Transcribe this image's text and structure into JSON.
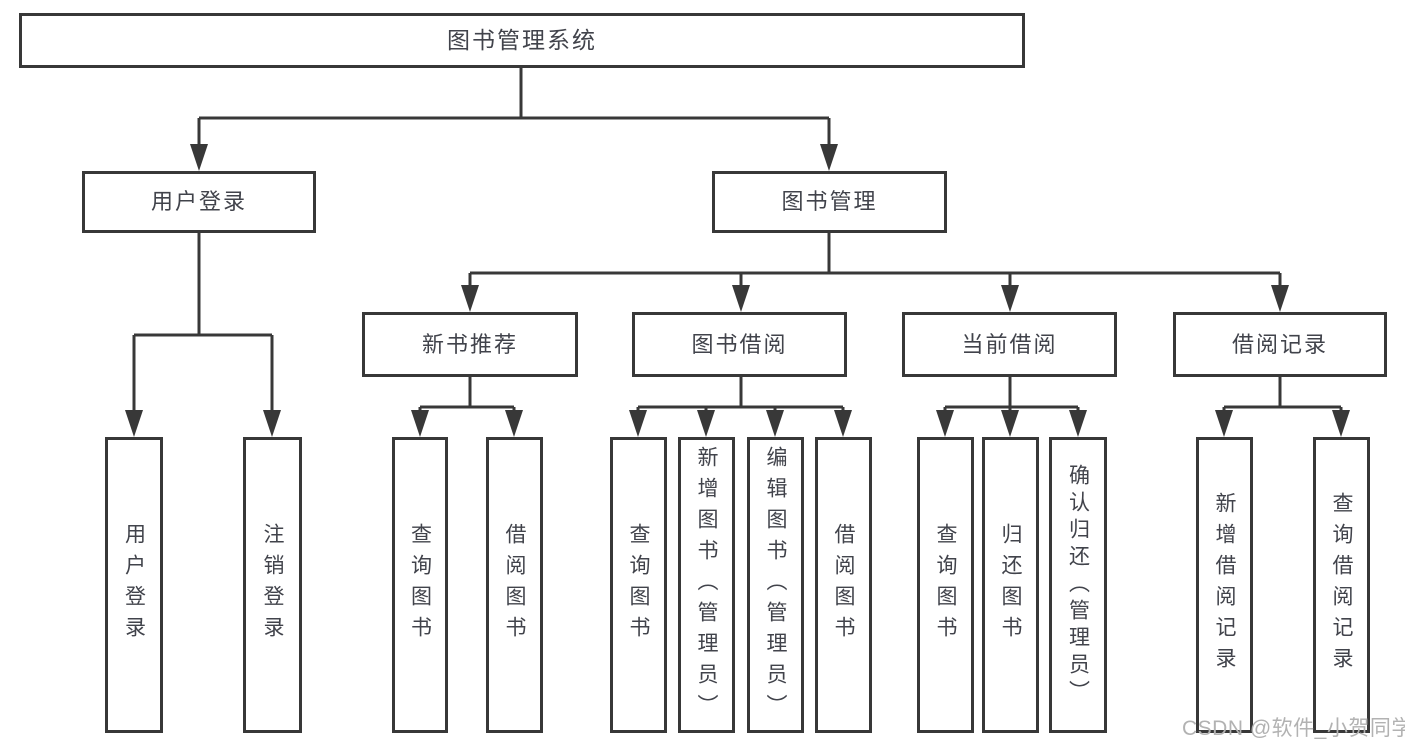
{
  "diagram": {
    "root": {
      "label": "图书管理系统"
    },
    "level2": [
      {
        "label": "用户登录"
      },
      {
        "label": "图书管理"
      }
    ],
    "level3": [
      {
        "label": "新书推荐"
      },
      {
        "label": "图书借阅"
      },
      {
        "label": "当前借阅"
      },
      {
        "label": "借阅记录"
      }
    ],
    "leaves": {
      "user_login": [
        "用户登录",
        "注销登录"
      ],
      "new_book": [
        "查询图书",
        "借阅图书"
      ],
      "book_borrow": [
        "查询图书",
        "新增图书（管理员）",
        "编辑图书（管理员）",
        "借阅图书"
      ],
      "current_borrow": [
        "查询图书",
        "归还图书",
        "确认归还（管理员）"
      ],
      "borrow_record": [
        "新增借阅记录",
        "查询借阅记录"
      ]
    },
    "watermark": "CSDN @软件_小贺同学",
    "colors": {
      "line": "#383838",
      "text": "#41434b",
      "box_bg": "#ffffff",
      "watermark": "#b2b2b2"
    }
  }
}
